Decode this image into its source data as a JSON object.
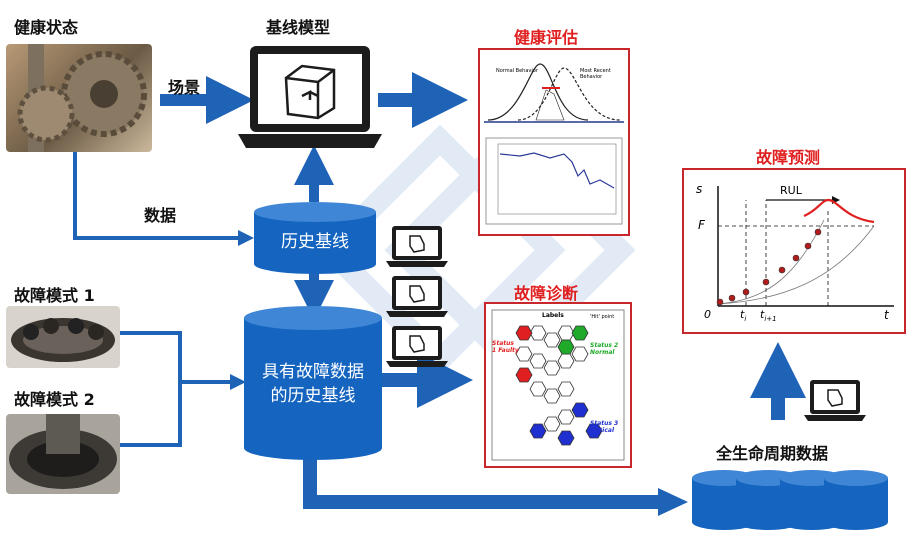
{
  "labels": {
    "health_state": "健康状态",
    "baseline_model": "基线模型",
    "scenario": "场景",
    "data": "数据",
    "historical_baseline": "历史基线",
    "fault_mode_1": "故障模式 1",
    "fault_mode_2": "故障模式 2",
    "fault_baseline": "具有故障数据的历史基线",
    "health_assessment": "健康评估",
    "fault_diagnosis": "故障诊断",
    "fault_prediction": "故障预测",
    "lifecycle_data": "全生命周期数据"
  },
  "assessment": {
    "normal_behavior": "Normal Behavior",
    "recent_behavior": "Most Recent Behavior"
  },
  "diagnosis": {
    "labels": "Labels",
    "hit_point": "'Hit' point",
    "status1": "Status 1 Faulty",
    "status2": "Status 2 Normal",
    "status3": "Status 3 Critical"
  },
  "prediction": {
    "y_axis": "s",
    "x_axis": "t",
    "threshold": "F",
    "rul": "RUL",
    "origin": "0",
    "t_i": "t",
    "t_i_sub": "i",
    "t_i1": "t",
    "t_i1_sub": "i+1"
  },
  "colors": {
    "arrow_blue": "#1f63b7",
    "cylinder_blue": "#1565c0",
    "panel_border": "#c8262a",
    "title_red": "#e02020"
  }
}
